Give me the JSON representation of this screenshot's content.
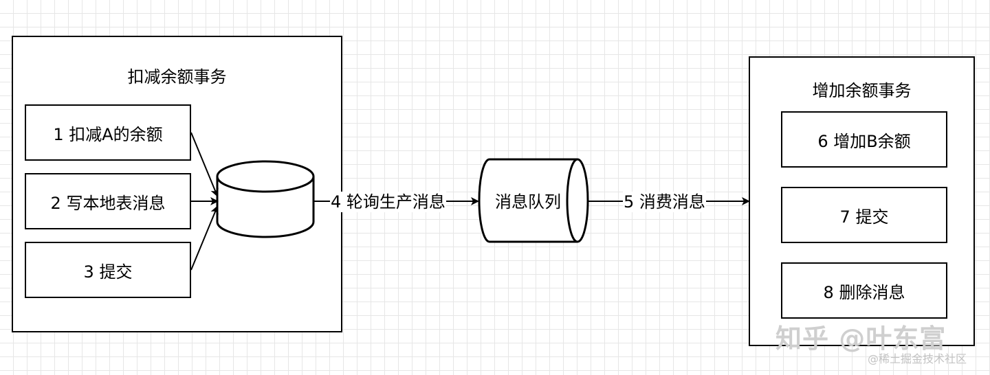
{
  "left_container": {
    "title": "扣减余额事务",
    "steps": [
      "1 扣减A的余额",
      "2 写本地表消息",
      "3 提交"
    ]
  },
  "right_container": {
    "title": "增加余额事务",
    "steps": [
      "6 增加B余额",
      "7 提交",
      "8 删除消息"
    ]
  },
  "queue": {
    "label": "消息队列"
  },
  "edges": {
    "poll_label": "4 轮询生产消息",
    "consume_label": "5 消费消息"
  },
  "watermark": {
    "main": "知乎 @叶东富",
    "sub": "@稀土掘金技术社区"
  }
}
